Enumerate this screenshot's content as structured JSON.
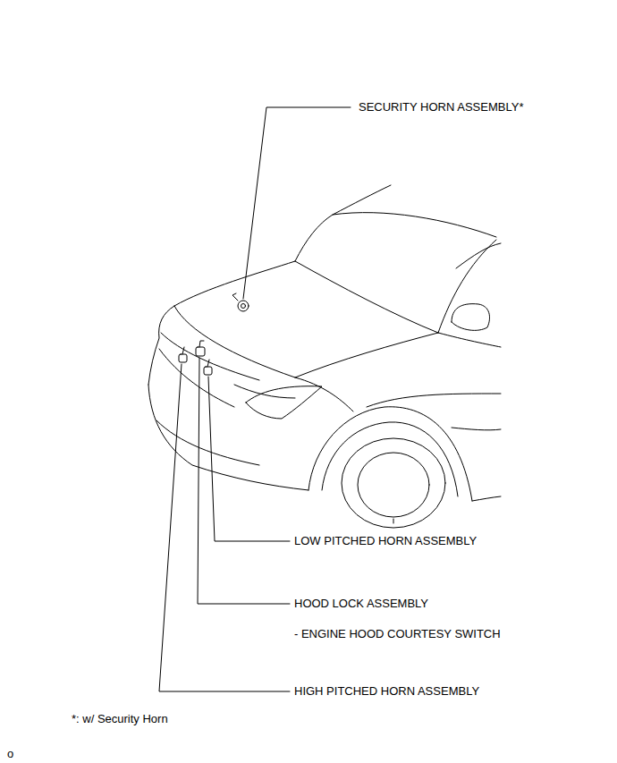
{
  "diagram": {
    "labels": [
      "SECURITY HORN ASSEMBLY*",
      "LOW PITCHED HORN ASSEMBLY",
      "HOOD LOCK ASSEMBLY",
      "- ENGINE HOOD COURTESY SWITCH",
      "HIGH PITCHED HORN ASSEMBLY",
      "*: w/ Security Horn",
      "o"
    ]
  }
}
